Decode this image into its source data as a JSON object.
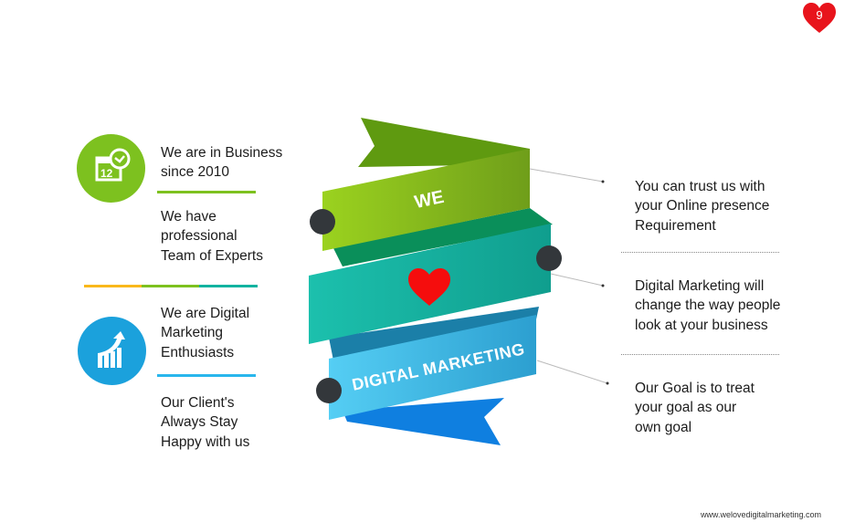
{
  "page_number": "9",
  "colors": {
    "green": "#7dc11f",
    "blue": "#1ba1dc",
    "yellow": "#f9b81b",
    "teal": "#12b3a0",
    "heart": "#f01414"
  },
  "left": {
    "block1": {
      "icon": "calendar-clock-icon",
      "title": "We are in Business\nsince 2010",
      "sub": "We have\nprofessional\nTeam of Experts"
    },
    "block2": {
      "icon": "growth-chart-icon",
      "title": "We are Digital\nMarketing\nEnthusiasts",
      "sub": "Our Client's\nAlways Stay\nHappy with us"
    }
  },
  "ribbon": {
    "top": "WE",
    "middle_icon": "heart-icon",
    "bottom": "DIGITAL MARKETING"
  },
  "right": [
    "You can trust us with\nyour Online presence\nRequirement",
    "Digital Marketing will\nchange the way people\nlook at your business",
    "Our Goal is to treat\nyour goal as our\nown goal"
  ],
  "footer": {
    "url": "www.welovedigitalmarketing.com"
  }
}
